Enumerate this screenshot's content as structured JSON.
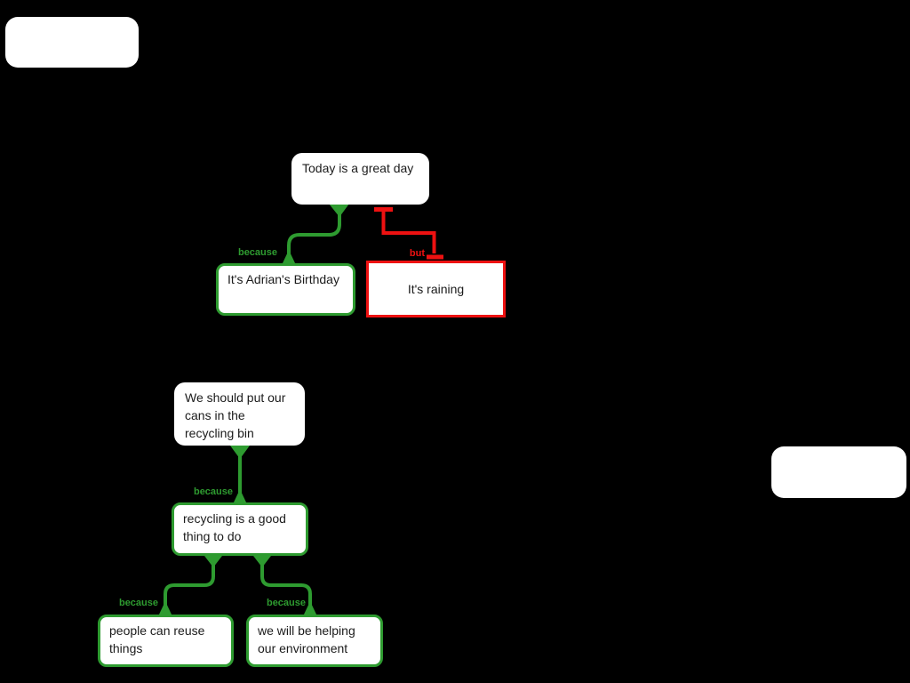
{
  "colors": {
    "canvas_background": "#000000",
    "support_green": "#2e9b30",
    "oppose_red": "#ee1111",
    "node_fill": "#ffffff",
    "node_text": "#1b1b1b"
  },
  "tree1": {
    "claim_text": "Today is a great day",
    "support": {
      "connector_label": "because",
      "text": "It's Adrian's Birthday"
    },
    "objection": {
      "connector_label": "but",
      "text": "It's raining"
    }
  },
  "tree2": {
    "claim_text": "We should put our cans in the recycling bin",
    "support": {
      "connector_label": "because",
      "text": "recycling is a good thing to do"
    },
    "subsupports": [
      {
        "connector_label": "because",
        "text": "people can reuse things"
      },
      {
        "connector_label": "because",
        "text": "we will be helping our environment"
      }
    ]
  }
}
